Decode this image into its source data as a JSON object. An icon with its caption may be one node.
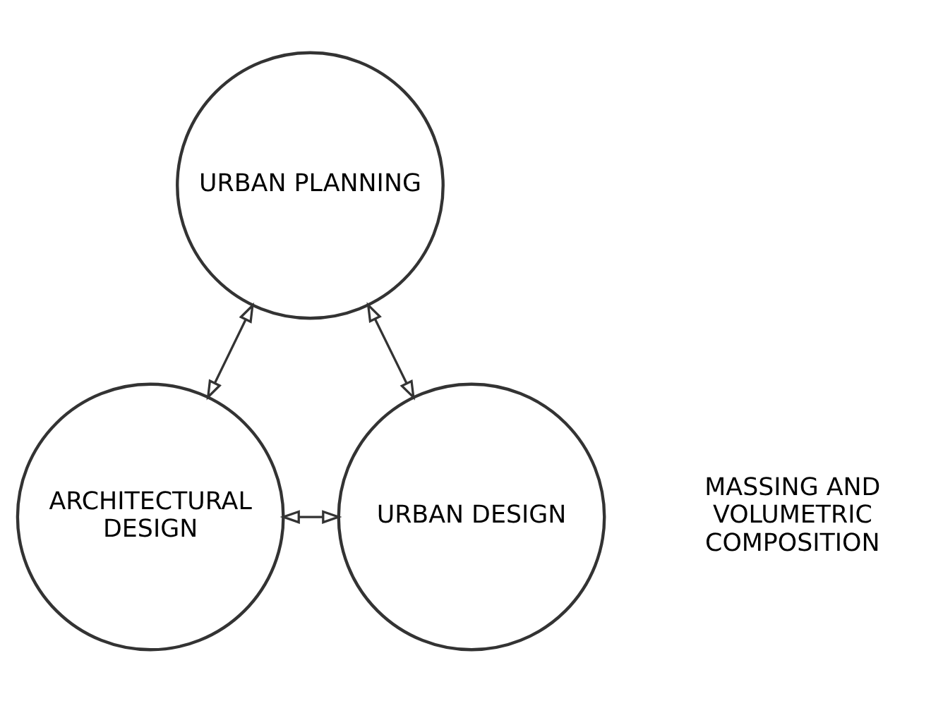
{
  "diagram": {
    "nodes": [
      {
        "text": [
          "URBAN PLANNING"
        ]
      },
      {
        "text": [
          "ARCHITECTURAL DESIGN"
        ]
      },
      {
        "text": [
          "URBAN DESIGN"
        ]
      }
    ],
    "edges": [
      {
        "from": 0,
        "to": 1,
        "arrow": "both"
      },
      {
        "from": 0,
        "to": 2,
        "arrow": "both"
      },
      {
        "from": 1,
        "to": 2,
        "arrow": "both"
      }
    ],
    "labels": [
      "MASSING AND VOLUMETRIC COMPOSITION"
    ]
  }
}
